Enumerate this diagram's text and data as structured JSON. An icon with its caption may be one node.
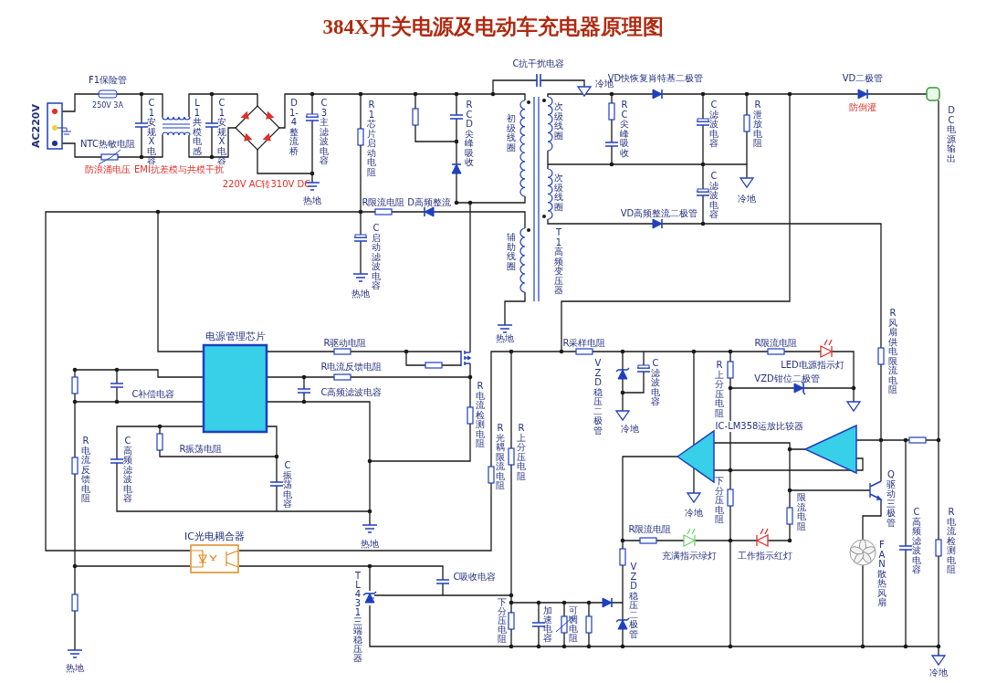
{
  "diagram": {
    "title": "384X开关电源及电动车充电器原理图",
    "labels": [
      "AC220V",
      "F1保险管",
      "250V 3A",
      "NTC热敏电阻",
      "防浪涌电压",
      "C1安规X电容",
      "L1共模电感",
      "C1安规X电容",
      "EMI抗差模与共模干扰",
      "D1-4整流桥",
      "220V AC转310V DC",
      "C3主滤波电容",
      "热地",
      "R1芯片启动电阻",
      "RCD尖峰吸收",
      "C抗干扰电容",
      "冷地",
      "VD快恢复肖特基二极管",
      "初级线圈",
      "次级线圈",
      "次级线圈",
      "辅助线圈",
      "T1高频变压器",
      "RC尖峰吸收",
      "C滤波电容",
      "R泄放电阻",
      "冷地",
      "VD二极管",
      "防倒灌",
      "DC电源输出",
      "C滤波电容",
      "VD高频整流二极管",
      "R限流电阻",
      "D高频整流",
      "C启动滤波电容",
      "热地",
      "电源管理芯片",
      "热地",
      "R驱动电阻",
      "R电流反馈电阻",
      "C补偿电容",
      "C高频滤波电容",
      "C高频滤波电容",
      "R振荡电阻",
      "C振荡电容",
      "R电流反馈电阻",
      "IC光电耦合器",
      "热地",
      "R电流检测电阻",
      "R光耦限流电阻",
      "R上分压电阻",
      "R采样电阻",
      "VZD稳压二极管",
      "C滤波电容",
      "冷地",
      "R限流电阻",
      "LED电源指示灯",
      "R上分压电阻",
      "VZD钳位二极管",
      "IC-LM358运放比较器",
      "冷地",
      "下分压电阻",
      "限流电阻",
      "Q驱动三极管",
      "R风扇供电限流电阻",
      "R限流电阻",
      "充满指示绿灯",
      "工作指示红灯",
      "FAN散热风扇",
      "C高频滤波电容",
      "R电流检测电阻",
      "冷地",
      "TL431三端稳压器",
      "C吸收电容",
      "下分压电阻",
      "加速电容",
      "可调电阻",
      "VZD稳压二极管",
      "热地"
    ]
  }
}
